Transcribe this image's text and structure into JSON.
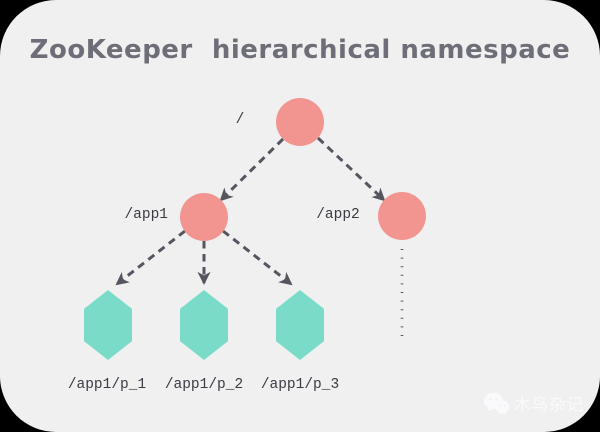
{
  "title": "ZooKeeper  hierarchical namespace",
  "theme": {
    "canvas_bg": "#000000",
    "card_bg": "#f0f0f1",
    "node_fill": "#f2948f",
    "leaf_fill": "#7adcc8",
    "edge_color": "#55555f",
    "title_color": "#6e6e79",
    "label_color": "#3b3b43",
    "watermark_color": "#fafafc"
  },
  "diagram": {
    "type": "tree",
    "nodes": [
      {
        "id": "root",
        "label": "/",
        "type": "znode"
      },
      {
        "id": "app1",
        "label": "/app1",
        "type": "znode"
      },
      {
        "id": "app2",
        "label": "/app2",
        "type": "znode"
      },
      {
        "id": "p1",
        "label": "/app1/p_1",
        "type": "leaf"
      },
      {
        "id": "p2",
        "label": "/app1/p_2",
        "type": "leaf"
      },
      {
        "id": "p3",
        "label": "/app1/p_3",
        "type": "leaf"
      }
    ],
    "edges": [
      {
        "from": "root",
        "to": "app1",
        "style": "dashed-arrow"
      },
      {
        "from": "root",
        "to": "app2",
        "style": "dashed-arrow"
      },
      {
        "from": "app1",
        "to": "p1",
        "style": "dashed-arrow"
      },
      {
        "from": "app1",
        "to": "p2",
        "style": "dashed-arrow"
      },
      {
        "from": "app1",
        "to": "p3",
        "style": "dashed-arrow"
      },
      {
        "from": "app2",
        "to": "…",
        "style": "dotted-continuation"
      }
    ]
  },
  "watermark": {
    "text": "木鸟杂记",
    "icon": "wechat-icon"
  }
}
